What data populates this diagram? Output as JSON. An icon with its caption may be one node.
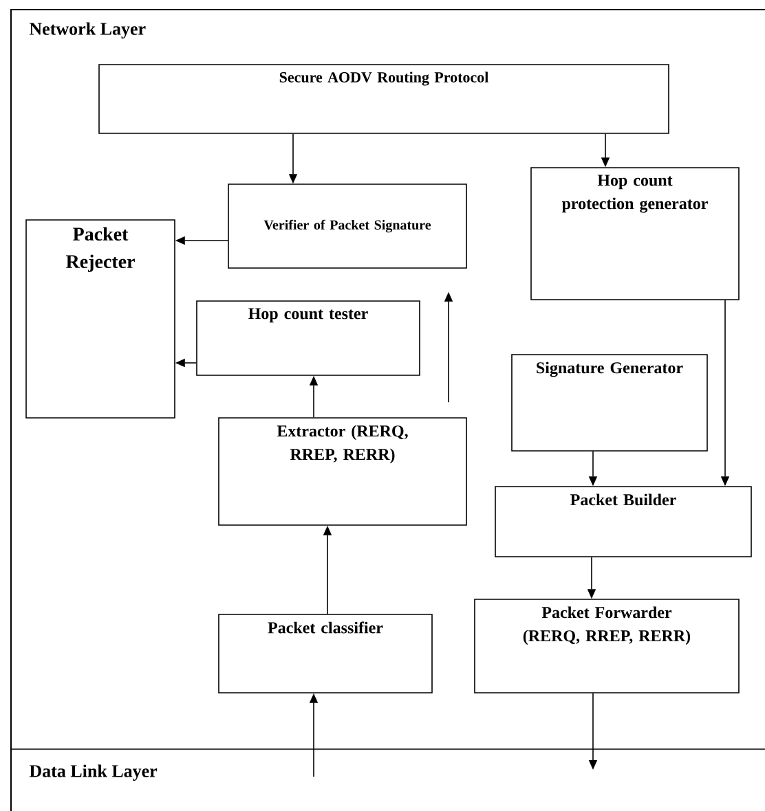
{
  "diagram": {
    "nodes": [
      {
        "text": [
          "Secure AODV Routing Protocol"
        ]
      },
      {
        "text": [
          "Verifier of Packet Signature"
        ]
      },
      {
        "text": [
          "Hop count protection generator"
        ]
      },
      {
        "text": [
          "Packet Rejecter"
        ]
      },
      {
        "text": [
          "Hop count tester"
        ]
      },
      {
        "text": [
          "Signature Generator"
        ]
      },
      {
        "text": [
          "Extractor (RERQ, RREP, RERR)"
        ]
      },
      {
        "text": [
          "Packet Builder"
        ]
      },
      {
        "text": [
          "Packet classifier"
        ]
      },
      {
        "text": [
          "Packet Forwarder (RERQ, RREP, RERR)"
        ]
      }
    ],
    "edges": [
      {
        "from": 0,
        "to": 1,
        "arrow": "to"
      },
      {
        "from": 0,
        "to": 2,
        "arrow": "to"
      },
      {
        "from": 1,
        "to": 3,
        "arrow": "to"
      },
      {
        "from": 4,
        "to": 3,
        "arrow": "to"
      },
      {
        "from": 6,
        "to": 4,
        "arrow": "to"
      },
      {
        "from": 6,
        "to": 1,
        "arrow": "to"
      },
      {
        "from": 2,
        "to": 7,
        "arrow": "to"
      },
      {
        "from": 5,
        "to": 7,
        "arrow": "to"
      },
      {
        "from": 8,
        "to": 6,
        "arrow": "to"
      },
      {
        "from": 7,
        "to": 9,
        "arrow": "to"
      },
      {
        "from": null,
        "to": 8,
        "arrow": "to"
      },
      {
        "from": 9,
        "to": null,
        "arrow": "to"
      }
    ],
    "labels": [
      "Network Layer",
      "Data Link Layer"
    ]
  }
}
